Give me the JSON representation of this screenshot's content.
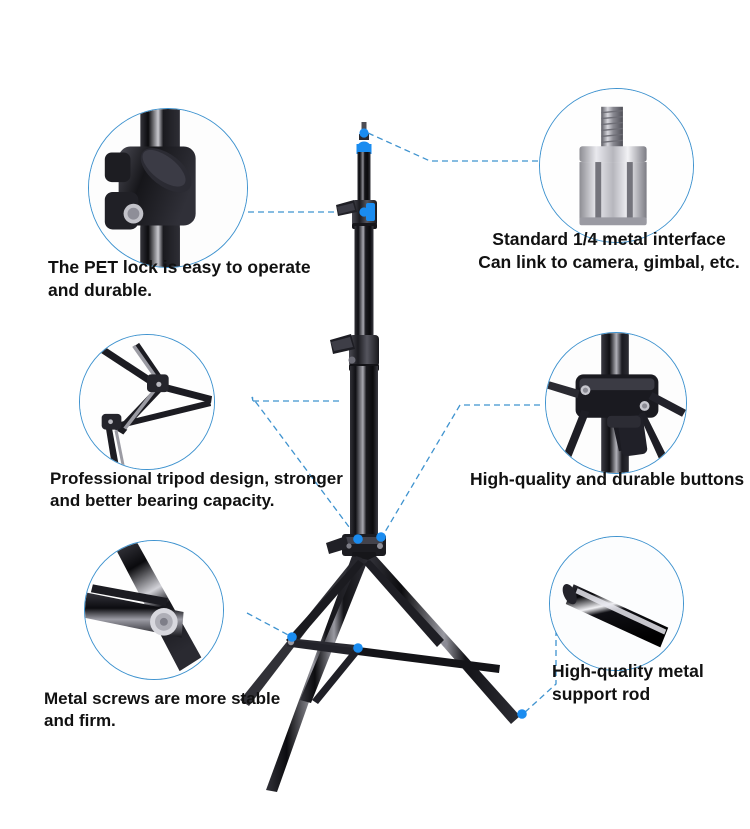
{
  "page": {
    "title": "Light Stand Tripod Feature Infographic",
    "background_color": "#ffffff",
    "accent_color": "#3f93cf",
    "dot_color": "#1a8cf0",
    "text_color": "#111111"
  },
  "product": {
    "name": "photography light stand tripod",
    "body_color": "#1b1b1f",
    "accent_ring_color": "#1a8cf0"
  },
  "callouts": [
    {
      "id": "pet-lock",
      "position": "top-left",
      "icon": "lock-clamp-photo",
      "caption": "The PET lock is easy to operate\nand durable."
    },
    {
      "id": "metal-interface",
      "position": "top-right",
      "icon": "quarter-inch-screw-photo",
      "caption": "Standard 1/4 metal interface\nCan link to camera, gimbal, etc."
    },
    {
      "id": "tripod-design",
      "position": "middle-left",
      "icon": "tripod-legs-photo",
      "caption": "Professional tripod design, stronger\nand better bearing capacity."
    },
    {
      "id": "durable-buttons",
      "position": "middle-right",
      "icon": "hub-buttons-photo",
      "caption": "High-quality and durable buttons"
    },
    {
      "id": "metal-screws",
      "position": "bottom-left",
      "icon": "brace-screw-photo",
      "caption": "Metal screws are more stable\nand firm."
    },
    {
      "id": "support-rod",
      "position": "bottom-right",
      "icon": "black-rod-photo",
      "caption": "High-quality metal\n support rod"
    }
  ]
}
